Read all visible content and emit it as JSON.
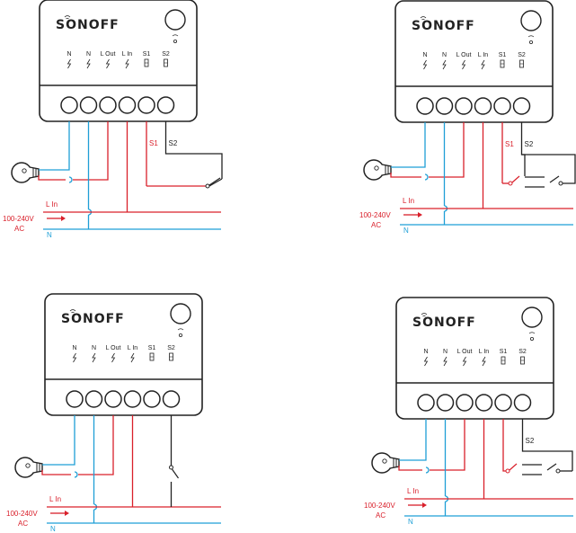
{
  "colors": {
    "live": "#d9202b",
    "neutral": "#1e9fd6",
    "switch": "#222222",
    "body": "#ffffff",
    "outline": "#222222"
  },
  "device": {
    "brand": "SONOFF",
    "terminals": [
      "N",
      "N",
      "L Out",
      "L In",
      "S1",
      "S2"
    ]
  },
  "labels": {
    "l_in": "L In",
    "voltage": "100-240V",
    "ac": "AC",
    "n": "N",
    "s1": "S1",
    "s2": "S2"
  },
  "panels": [
    {
      "id": "top-left",
      "variant": "s1-single-switch"
    },
    {
      "id": "top-right",
      "variant": "s1-two-way-switch"
    },
    {
      "id": "bottom-left",
      "variant": "no-s-wire-switch"
    },
    {
      "id": "bottom-right",
      "variant": "s2-two-way-switch"
    }
  ]
}
